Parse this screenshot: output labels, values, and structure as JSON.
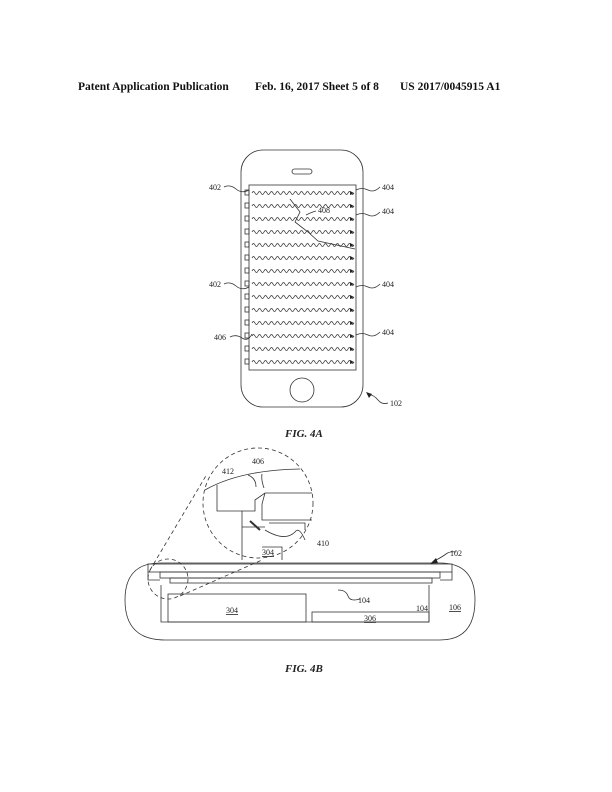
{
  "header": {
    "publication": "Patent Application Publication",
    "date_sheet": "Feb. 16, 2017  Sheet 5 of 8",
    "number": "US 2017/0045915 A1"
  },
  "fig4a": {
    "caption": "FIG. 4A",
    "labels": {
      "l402a": "402",
      "l402b": "402",
      "l404a": "404",
      "l404b": "404",
      "l404c": "404",
      "l404d": "404",
      "l406": "406",
      "l408": "408",
      "l102": "102"
    }
  },
  "fig4b": {
    "caption": "FIG. 4B",
    "labels": {
      "l406": "406",
      "l412": "412",
      "l410": "410",
      "l304a": "304",
      "l102": "102",
      "l104a": "104",
      "l104b": "104",
      "l304b": "304",
      "l306": "306",
      "l106": "106"
    }
  }
}
